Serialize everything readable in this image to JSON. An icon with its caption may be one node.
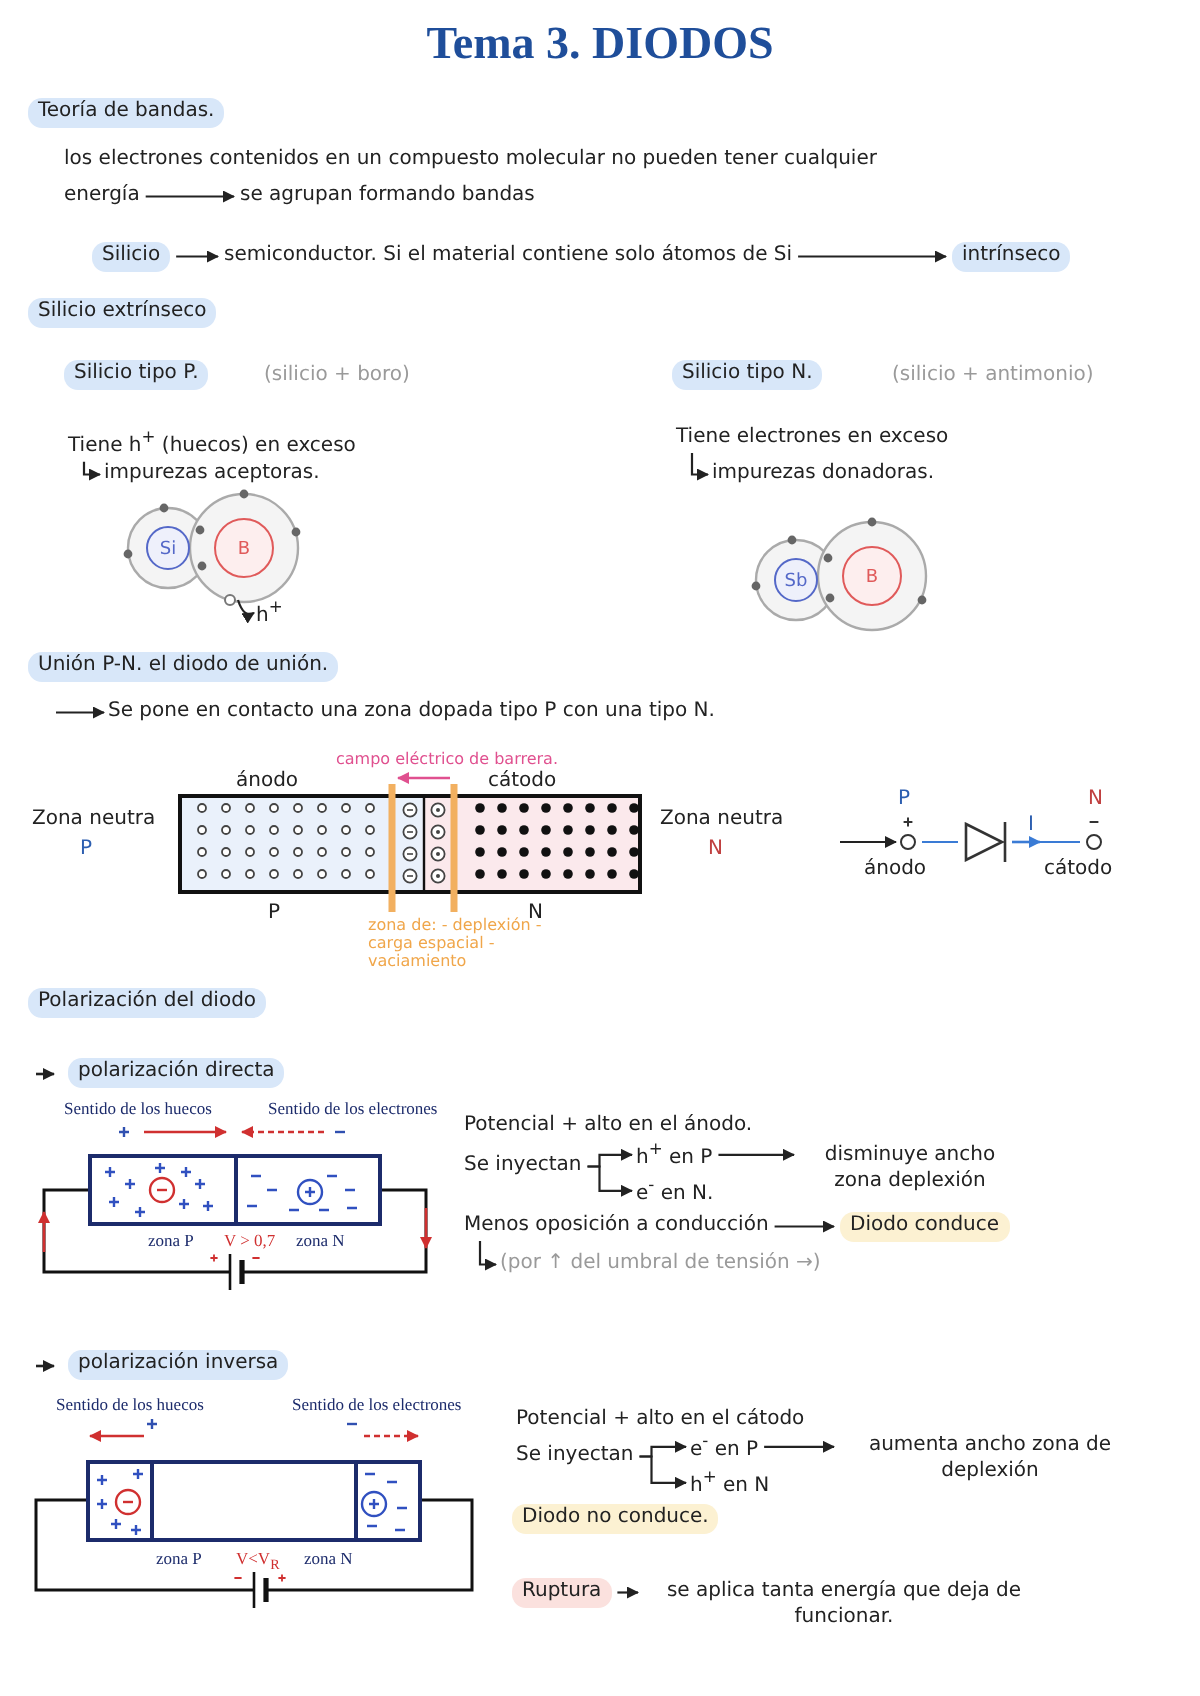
{
  "diagram": {
    "title": "Tema 3. DIODOS",
    "nodes": [
      {
        "text": [
          "energía"
        ]
      },
      {
        "text": [
          "se agrupan formando bandas"
        ]
      },
      {
        "text": [
          "Silicio"
        ]
      },
      {
        "text": [
          "semiconductor. Si el material contiene solo átomos de Si"
        ]
      },
      {
        "text": [
          "intrínseco"
        ]
      },
      {
        "text": [
          "Tiene h$^{+}$ (huecos) en exceso"
        ]
      },
      {
        "text": [
          "impurezas aceptoras."
        ]
      },
      {
        "text": [
          "Si"
        ]
      },
      {
        "text": [
          "B"
        ]
      },
      {
        "text": [],
        "shape": "circle"
      },
      {
        "text": [
          "h$^{+}$"
        ]
      },
      {
        "text": [
          "Tiene electrones en exceso"
        ]
      },
      {
        "text": [
          "impurezas donadoras."
        ]
      },
      {
        "text": [
          "Sb"
        ]
      },
      {
        "text": [
          "B"
        ]
      },
      {
        "text": [
          "Se pone en contacto una zona dopada tipo P con una tipo N."
        ]
      },
      {
        "text": [],
        "shape": "circle"
      },
      {
        "text": [],
        "shape": "triangle"
      },
      {
        "text": [],
        "shape": "circle"
      },
      {
        "text": [
          "Se inyectan"
        ]
      },
      {
        "text": [
          "h$^{+}$ en P"
        ]
      },
      {
        "text": [
          "e$^{-}$ en N."
        ]
      },
      {
        "text": [
          "disminuye ancho zona deplexión"
        ]
      },
      {
        "text": [
          "Menos oposición a conducción"
        ]
      },
      {
        "text": [
          "Diodo conduce"
        ]
      },
      {
        "text": [
          "(por ↑ del umbral de tensión →)"
        ]
      },
      {
        "text": [
          "Se inyectan"
        ]
      },
      {
        "text": [
          "e$^{-}$ en P"
        ]
      },
      {
        "text": [
          "h$^{+}$ en N"
        ]
      },
      {
        "text": [
          "aumenta ancho zona de deplexión"
        ]
      },
      {
        "text": [
          "Ruptura"
        ]
      },
      {
        "text": [
          "se aplica tanta energía que deja de funcionar."
        ]
      }
    ],
    "edges": [
      {
        "from": 0,
        "to": 1,
        "arrow": "to"
      },
      {
        "from": 2,
        "to": 3,
        "arrow": "to"
      },
      {
        "from": 3,
        "to": 4,
        "arrow": "to"
      },
      {
        "from": 5,
        "to": 6,
        "arrow": "to"
      },
      {
        "from": 9,
        "to": 10,
        "arrow": "to"
      },
      {
        "from": 11,
        "to": 12,
        "arrow": "to"
      },
      {
        "from": null,
        "to": 15,
        "arrow": "to"
      },
      {
        "from": null,
        "to": 16,
        "arrow": "to"
      },
      {
        "from": 16,
        "to": 17,
        "arrow": "none",
        "color": "#3a7bd5"
      },
      {
        "from": 17,
        "to": 18,
        "arrow": "none",
        "color": "#3a7bd5"
      },
      {
        "from": 19,
        "to": 20,
        "arrow": "to"
      },
      {
        "from": 19,
        "to": 21,
        "arrow": "to"
      },
      {
        "from": 20,
        "to": 22,
        "arrow": "to"
      },
      {
        "from": 23,
        "to": 24,
        "arrow": "to"
      },
      {
        "from": 23,
        "to": 25,
        "arrow": "to"
      },
      {
        "from": 26,
        "to": 27,
        "arrow": "to"
      },
      {
        "from": 26,
        "to": 28,
        "arrow": "to"
      },
      {
        "from": 27,
        "to": 29,
        "arrow": "to"
      },
      {
        "from": 30,
        "to": 31,
        "arrow": "to"
      }
    ],
    "labels": [
      "Teoría de bandas.",
      "los electrones contenidos en un compuesto molecular no pueden tener cualquier",
      "Silicio extrínseco",
      "Silicio tipo P.",
      "(silicio + boro)",
      "Silicio tipo N.",
      "(silicio + antimonio)",
      "Unión P-N. el diodo de unión.",
      "campo eléctrico de barrera.",
      "ánodo",
      "cátodo",
      "Zona neutra",
      "P",
      "Zona neutra",
      "N",
      "P",
      "N",
      "zona de: - deplexión - carga espacial - vaciamiento",
      "P",
      "ánodo",
      "N",
      "cátodo",
      "I",
      "Polarización del diodo",
      "polarización directa",
      "Sentido de los huecos",
      "Sentido de los electrones",
      "zona P",
      "V > 0,7",
      "zona N",
      "Potencial + alto en el ánodo.",
      "polarización inversa",
      "Sentido de los huecos",
      "Sentido de los electrones",
      "zona P",
      "V<V$_{R}$",
      "zona N",
      "Potencial + alto en el cátodo",
      "Diodo no conduce."
    ]
  }
}
